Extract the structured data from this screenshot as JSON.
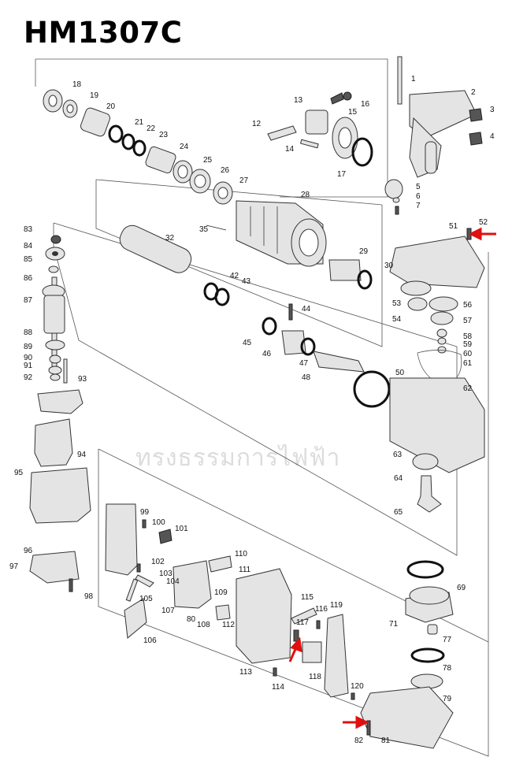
{
  "title": "HM1307C",
  "watermark": "ทรงธรรมการไฟฟ้า",
  "part_numbers": [
    "1",
    "2",
    "3",
    "4",
    "5",
    "6",
    "7",
    "12",
    "13",
    "14",
    "15",
    "16",
    "17",
    "18",
    "19",
    "20",
    "21",
    "22",
    "23",
    "24",
    "25",
    "26",
    "27",
    "28",
    "29",
    "30",
    "32",
    "35",
    "42",
    "43",
    "44",
    "45",
    "46",
    "47",
    "48",
    "50",
    "51",
    "52",
    "53",
    "54",
    "56",
    "57",
    "58",
    "59",
    "60",
    "61",
    "62",
    "63",
    "64",
    "65",
    "69",
    "71",
    "77",
    "78",
    "79",
    "80",
    "81",
    "82",
    "83",
    "84",
    "85",
    "86",
    "87",
    "88",
    "89",
    "90",
    "91",
    "92",
    "93",
    "94",
    "95",
    "96",
    "97",
    "98",
    "99",
    "100",
    "101",
    "102",
    "103",
    "104",
    "105",
    "106",
    "107",
    "108",
    "109",
    "110",
    "111",
    "112",
    "113",
    "114",
    "115",
    "116",
    "117",
    "118",
    "119",
    "120"
  ]
}
